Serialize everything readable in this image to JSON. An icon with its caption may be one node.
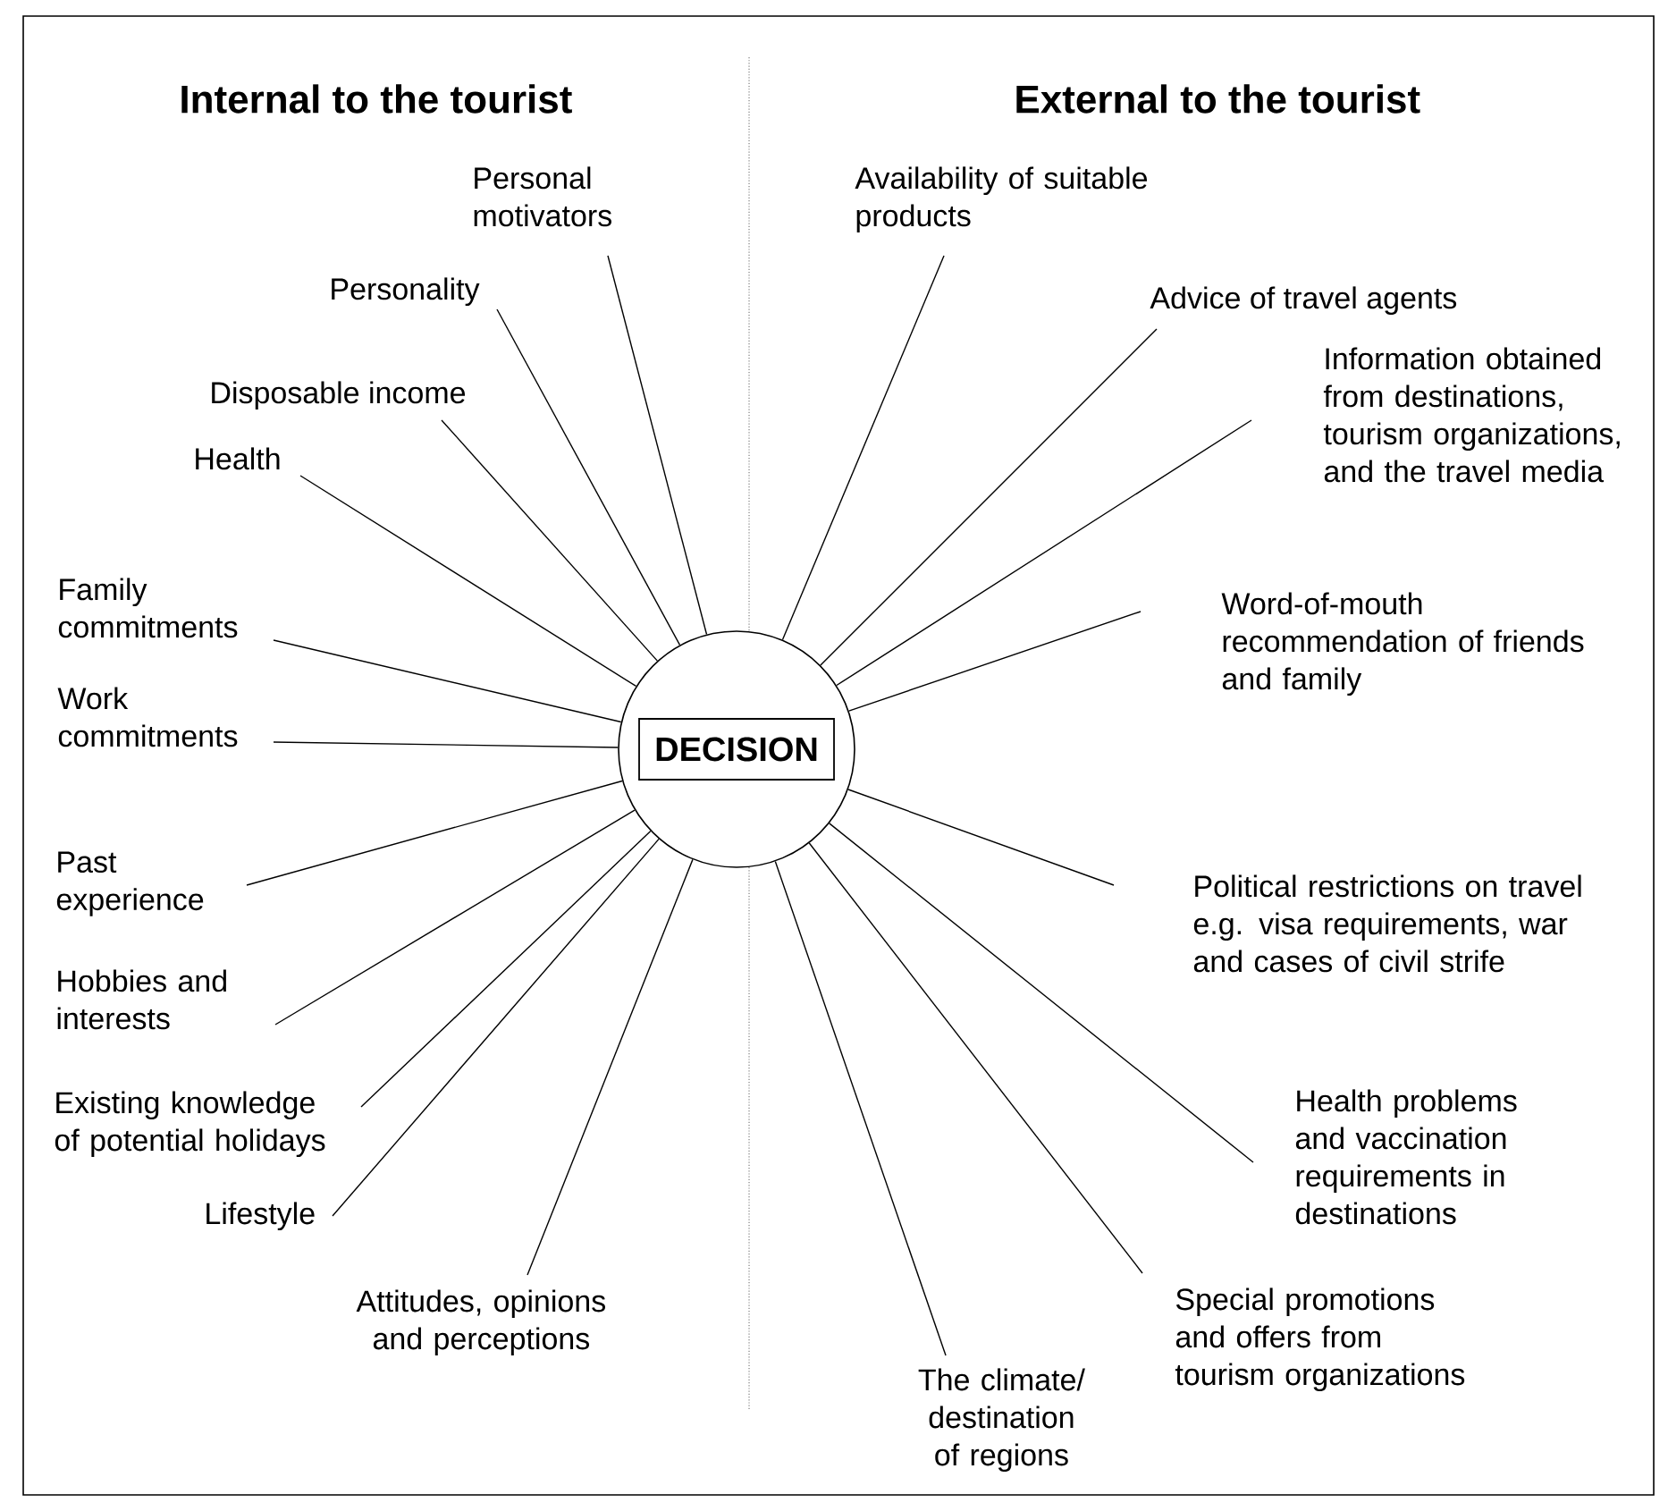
{
  "diagram": {
    "nodes": [
      {
        "text": [],
        "shape": "circle"
      },
      {
        "text": [
          "DECISION"
        ],
        "in": 0
      },
      {
        "text": [
          "Personal motivators"
        ]
      },
      {
        "text": [
          "Personality"
        ]
      },
      {
        "text": [
          "Disposable income"
        ]
      },
      {
        "text": [
          "Health"
        ]
      },
      {
        "text": [
          "Family commitments"
        ]
      },
      {
        "text": [
          "Work commitments"
        ]
      },
      {
        "text": [
          "Past experience"
        ]
      },
      {
        "text": [
          "Hobbies and interests"
        ]
      },
      {
        "text": [
          "Existing knowledge of potential holidays"
        ]
      },
      {
        "text": [
          "Lifestyle"
        ]
      },
      {
        "text": [
          "Attitudes, opinions and perceptions"
        ]
      },
      {
        "text": [
          "Availability of suitable products"
        ]
      },
      {
        "text": [
          "Advice of travel agents"
        ]
      },
      {
        "text": [
          "Information obtained from destinations, tourism organizations, and the travel media"
        ]
      },
      {
        "text": [
          "Word-of-mouth recommendation of friends and family"
        ]
      },
      {
        "text": [
          "Political restrictions on travel e.g. visa requirements, war and cases of civil strife"
        ]
      },
      {
        "text": [
          "Health problems and vaccination requirements in destinations"
        ]
      },
      {
        "text": [
          "Special promotions and offers from tourism organizations"
        ]
      },
      {
        "text": [
          "The climate/ destination of regions"
        ]
      }
    ],
    "edges": [
      {
        "from": 2,
        "to": 0,
        "arrow": "none"
      },
      {
        "from": 3,
        "to": 0,
        "arrow": "none"
      },
      {
        "from": 4,
        "to": 0,
        "arrow": "none"
      },
      {
        "from": 5,
        "to": 0,
        "arrow": "none"
      },
      {
        "from": 6,
        "to": 0,
        "arrow": "none"
      },
      {
        "from": 7,
        "to": 0,
        "arrow": "none"
      },
      {
        "from": 8,
        "to": 0,
        "arrow": "none"
      },
      {
        "from": 9,
        "to": 0,
        "arrow": "none"
      },
      {
        "from": 10,
        "to": 0,
        "arrow": "none"
      },
      {
        "from": 11,
        "to": 0,
        "arrow": "none"
      },
      {
        "from": 12,
        "to": 0,
        "arrow": "none"
      },
      {
        "from": 13,
        "to": 0,
        "arrow": "none"
      },
      {
        "from": 14,
        "to": 0,
        "arrow": "none"
      },
      {
        "from": 15,
        "to": 0,
        "arrow": "none"
      },
      {
        "from": 16,
        "to": 0,
        "arrow": "none"
      },
      {
        "from": 17,
        "to": 0,
        "arrow": "none"
      },
      {
        "from": 18,
        "to": 0,
        "arrow": "none"
      },
      {
        "from": 19,
        "to": 0,
        "arrow": "none"
      },
      {
        "from": 20,
        "to": 0,
        "arrow": "none"
      }
    ],
    "labels": [
      "Internal to the tourist",
      "External to the tourist"
    ]
  }
}
